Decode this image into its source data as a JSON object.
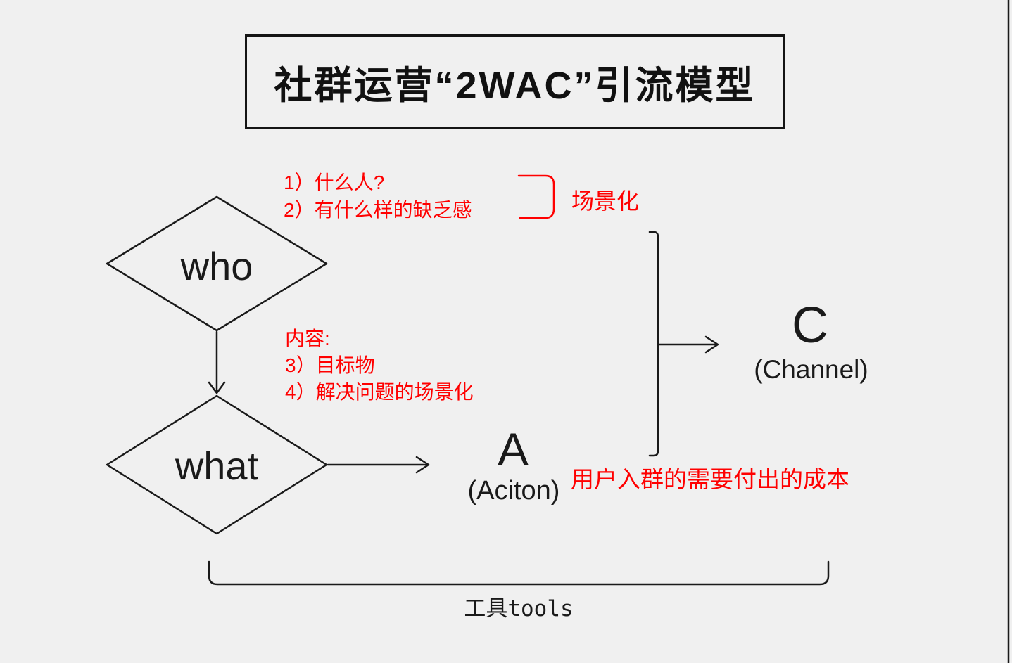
{
  "canvas": {
    "background": "#f0f0f0",
    "ink": "#1a1a1a",
    "accent_red": "#ff0000"
  },
  "title": {
    "text": "社群运营“2WAC”引流模型"
  },
  "who_section": {
    "node_label": "who",
    "list_line1": "1）什么人?",
    "list_line2": "2）有什么样的缺乏感",
    "scene_label": "场景化"
  },
  "what_section": {
    "node_label": "what",
    "list_line1": "内容:",
    "list_line2": "3）目标物",
    "list_line3": "4）解决问题的场景化"
  },
  "action_node": {
    "letter": "A",
    "caption": "(Aciton)"
  },
  "channel_node": {
    "letter": "C",
    "caption": "(Channel)"
  },
  "cost_label": "用户入群的需要付出的成本",
  "tools_label": "工具tools"
}
